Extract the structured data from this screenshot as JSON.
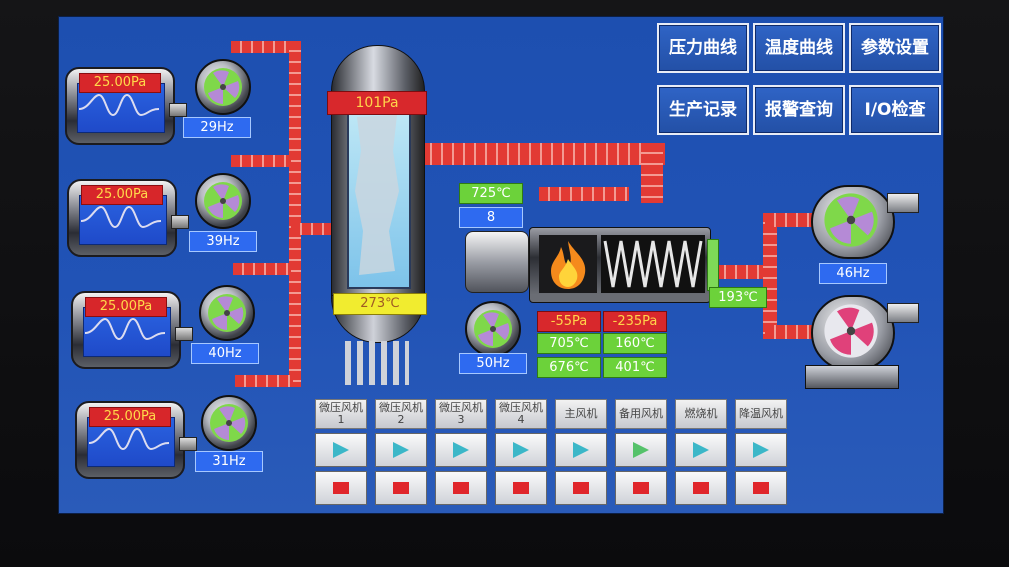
{
  "nav": {
    "pressure_curve": "压力曲线",
    "temperature_curve": "温度曲线",
    "parameter_settings": "参数设置",
    "production_records": "生产记录",
    "alarm_query": "报警查询",
    "io_check": "I/O检查"
  },
  "tanks": [
    {
      "pressure": "25.00Pa",
      "fan_hz": "29Hz"
    },
    {
      "pressure": "25.00Pa",
      "fan_hz": "39Hz"
    },
    {
      "pressure": "25.00Pa",
      "fan_hz": "40Hz"
    },
    {
      "pressure": "25.00Pa",
      "fan_hz": "31Hz"
    }
  ],
  "tower": {
    "pressure": "101Pa",
    "temperature": "273℃"
  },
  "burner": {
    "temp_top": "725℃",
    "count": "8",
    "fan_hz": "50Hz",
    "left_pressure": "-55Pa",
    "right_pressure": "-235Pa",
    "left_temp_1": "705℃",
    "left_temp_2": "676℃",
    "right_temp_1": "160℃",
    "right_temp_2": "401℃",
    "outlet_temp": "193℃"
  },
  "right_fans": {
    "top_hz": "46Hz"
  },
  "controls": [
    {
      "label": "微压风机1"
    },
    {
      "label": "微压风机2"
    },
    {
      "label": "微压风机3"
    },
    {
      "label": "微压风机4"
    },
    {
      "label": "主风机"
    },
    {
      "label": "备用风机"
    },
    {
      "label": "燃烧机"
    },
    {
      "label": "降温风机"
    }
  ],
  "colors": {
    "background": "#2153b6",
    "pipe": "#e23a34",
    "value_green": "#6cd23a",
    "value_red": "#d8282c"
  }
}
